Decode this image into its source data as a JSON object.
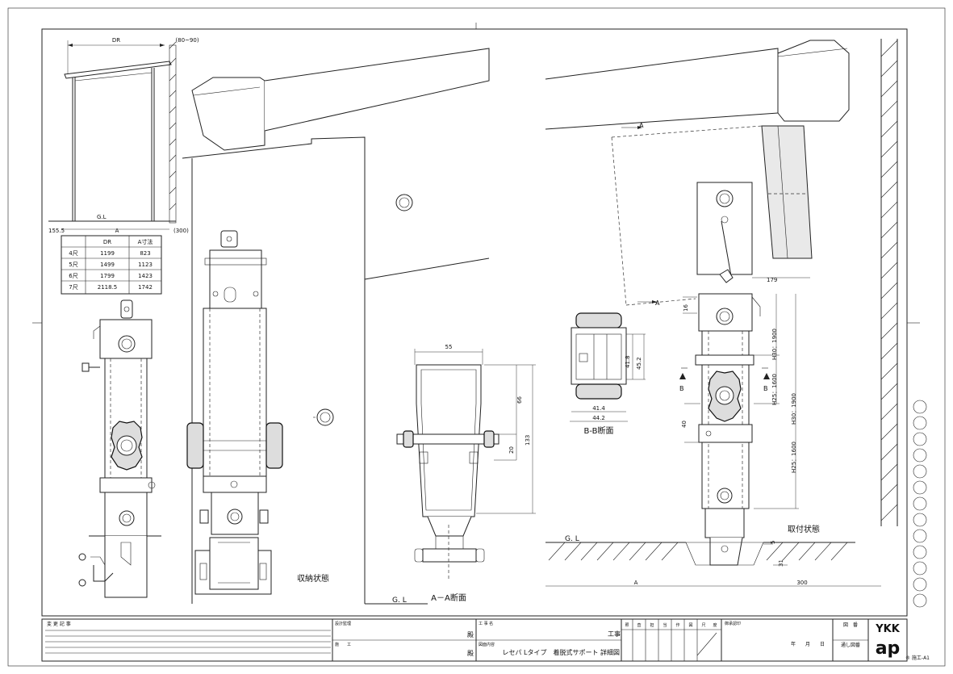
{
  "overview": {
    "dr_label": "DR",
    "range_label": "(80~90)",
    "gl_label": "G.L",
    "a_label": "A",
    "left_dim": "155.5",
    "right_dim": "(300)"
  },
  "size_table": {
    "headers": [
      "",
      "DR",
      "A寸法"
    ],
    "rows": [
      [
        "4尺",
        "1199",
        "823"
      ],
      [
        "5尺",
        "1499",
        "1123"
      ],
      [
        "6尺",
        "1799",
        "1423"
      ],
      [
        "7尺",
        "2118.5",
        "1742"
      ]
    ]
  },
  "views": {
    "stored_label": "収納状態",
    "gl_label": "G. L",
    "section_aa": {
      "label": "A－A断面",
      "width": "55",
      "dim_66": "66",
      "dim_20": "20",
      "dim_133": "133"
    },
    "section_bb": {
      "label": "B-B断面",
      "dim_41_8": "41.8",
      "dim_45_2": "45.2",
      "dim_41_4": "41.4",
      "dim_44_2": "44.2"
    },
    "installed": {
      "label": "取付状態",
      "section_a": "A",
      "section_b": "B",
      "dim_179": "179",
      "dim_16": "16",
      "dim_40": "40",
      "dim_h30_1900_a": "H30：1900",
      "dim_h25_1600_a": "H25：1600",
      "dim_h30_1900_b": "H30：1900",
      "dim_h25_1600_b": "H25：1600",
      "dim_5": "5",
      "dim_31": "31",
      "gl_label": "G. L",
      "a_label": "A",
      "dim_300": "300"
    }
  },
  "title_block": {
    "revision_label": "変 更 記 事",
    "design_label": "設計監理",
    "construction_label": "施　　工",
    "dono_1": "殿",
    "dono_2": "殿",
    "work_name_label": "工 事 名",
    "work_label": "工事",
    "drawing_content_label": "図面内容",
    "drawing_title": "レセパ Lタイプ　着脱式サポート 詳細図",
    "approval_cols": [
      "照",
      "査",
      "担",
      "当",
      "作",
      "図",
      "尺",
      "度"
    ],
    "approval_date_label": "御承認印",
    "date_label": "年　　月　　日",
    "drawing_no_label": "図　番",
    "serial_label": "通し図番",
    "brand_top": "YKK",
    "brand_bottom": "ap",
    "sheet_code": "® 施工-A1"
  }
}
